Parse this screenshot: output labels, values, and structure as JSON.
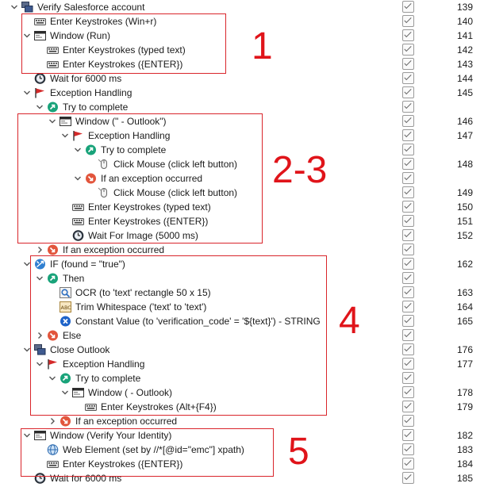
{
  "tree": [
    {
      "label": "Verify Salesforce account",
      "num": "139",
      "icon": "workflow-icon",
      "toggle": "expanded",
      "indent": 0
    },
    {
      "label": "Enter Keystrokes (Win+r)",
      "num": "140",
      "icon": "keyboard-icon",
      "toggle": "none",
      "indent": 1
    },
    {
      "label": "Window (Run)",
      "num": "141",
      "icon": "window-icon",
      "toggle": "expanded",
      "indent": 1
    },
    {
      "label": "Enter Keystrokes (typed text)",
      "num": "142",
      "icon": "keyboard-icon",
      "toggle": "none",
      "indent": 2
    },
    {
      "label": "Enter Keystrokes ({ENTER})",
      "num": "143",
      "icon": "keyboard-icon",
      "toggle": "none",
      "indent": 2
    },
    {
      "label": "Wait for 6000 ms",
      "num": "144",
      "icon": "clock-icon",
      "toggle": "none",
      "indent": 1
    },
    {
      "label": "Exception Handling",
      "num": "145",
      "icon": "flag-icon",
      "toggle": "expanded",
      "indent": 1
    },
    {
      "label": "Try to complete",
      "num": "",
      "icon": "try-arrow-icon",
      "toggle": "expanded",
      "indent": 2
    },
    {
      "label": "Window (\" - Outlook\")",
      "num": "146",
      "icon": "window-icon",
      "toggle": "expanded",
      "indent": 3
    },
    {
      "label": "Exception Handling",
      "num": "147",
      "icon": "flag-icon",
      "toggle": "expanded",
      "indent": 4
    },
    {
      "label": "Try to complete",
      "num": "",
      "icon": "try-arrow-icon",
      "toggle": "expanded",
      "indent": 5
    },
    {
      "label": "Click Mouse (click left button)",
      "num": "148",
      "icon": "mouse-icon",
      "toggle": "none",
      "indent": 6
    },
    {
      "label": "If an exception occurred",
      "num": "",
      "icon": "exception-icon",
      "toggle": "expanded",
      "indent": 5
    },
    {
      "label": "Click Mouse (click left button)",
      "num": "149",
      "icon": "mouse-icon",
      "toggle": "none",
      "indent": 6
    },
    {
      "label": "Enter Keystrokes (typed text)",
      "num": "150",
      "icon": "keyboard-icon",
      "toggle": "none",
      "indent": 4
    },
    {
      "label": "Enter Keystrokes ({ENTER})",
      "num": "151",
      "icon": "keyboard-icon",
      "toggle": "none",
      "indent": 4
    },
    {
      "label": "Wait For Image (5000 ms)",
      "num": "152",
      "icon": "clock-icon",
      "toggle": "none",
      "indent": 4
    },
    {
      "label": "If an exception occurred",
      "num": "",
      "icon": "exception-icon",
      "toggle": "collapsed",
      "indent": 2
    },
    {
      "label": "IF (found = \"true\")",
      "num": "162",
      "icon": "if-icon",
      "toggle": "expanded",
      "indent": 1
    },
    {
      "label": "Then",
      "num": "",
      "icon": "try-arrow-icon",
      "toggle": "expanded",
      "indent": 2
    },
    {
      "label": "OCR (to 'text' rectangle 50 x 15)",
      "num": "163",
      "icon": "ocr-icon",
      "toggle": "none",
      "indent": 3
    },
    {
      "label": "Trim Whitespace ('text' to 'text')",
      "num": "164",
      "icon": "abc-icon",
      "toggle": "none",
      "indent": 3
    },
    {
      "label": "Constant Value (to 'verification_code' = '${text}') - STRING",
      "num": "165",
      "icon": "x-icon",
      "toggle": "none",
      "indent": 3
    },
    {
      "label": "Else",
      "num": "",
      "icon": "exception-icon",
      "toggle": "collapsed",
      "indent": 2
    },
    {
      "label": "Close Outlook",
      "num": "176",
      "icon": "workflow-icon",
      "toggle": "expanded",
      "indent": 1
    },
    {
      "label": "Exception Handling",
      "num": "177",
      "icon": "flag-icon",
      "toggle": "expanded",
      "indent": 2
    },
    {
      "label": "Try to complete",
      "num": "",
      "icon": "try-arrow-icon",
      "toggle": "expanded",
      "indent": 3
    },
    {
      "label": "Window ( - Outlook)",
      "num": "178",
      "icon": "window-icon",
      "toggle": "expanded",
      "indent": 4
    },
    {
      "label": "Enter Keystrokes (Alt+{F4})",
      "num": "179",
      "icon": "keyboard-icon",
      "toggle": "none",
      "indent": 5
    },
    {
      "label": "If an exception occurred",
      "num": "",
      "icon": "exception-icon",
      "toggle": "collapsed",
      "indent": 3
    },
    {
      "label": "Window (Verify Your Identity)",
      "num": "182",
      "icon": "window-icon",
      "toggle": "expanded",
      "indent": 1
    },
    {
      "label": "Web Element (set by //*[@id=\"emc\"] xpath)",
      "num": "183",
      "icon": "globe-icon",
      "toggle": "none",
      "indent": 2
    },
    {
      "label": "Enter Keystrokes ({ENTER})",
      "num": "184",
      "icon": "keyboard-icon",
      "toggle": "none",
      "indent": 2
    },
    {
      "label": "Wait for 6000 ms",
      "num": "185",
      "icon": "clock-icon",
      "toggle": "none",
      "indent": 1
    }
  ],
  "annotations": [
    "1",
    "2-3",
    "4",
    "5"
  ],
  "colors": {
    "annotation": "#e0141a",
    "box": "#d9252b"
  }
}
